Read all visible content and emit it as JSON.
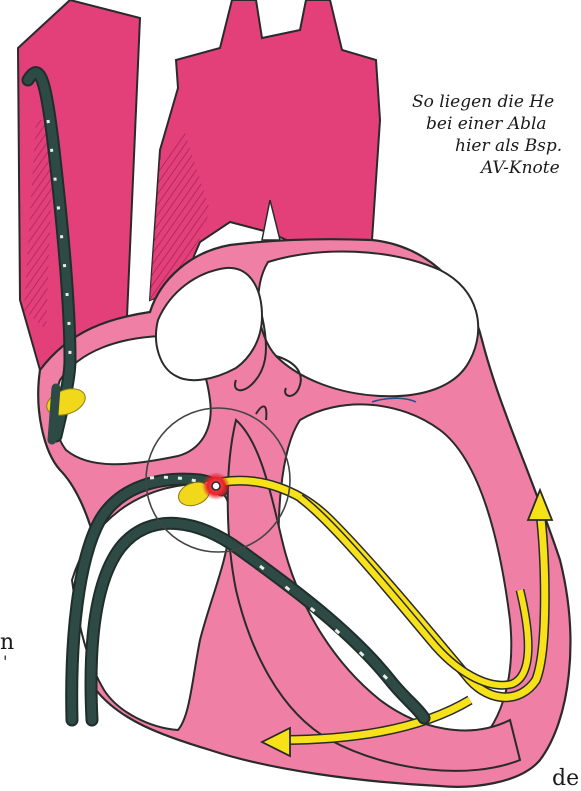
{
  "caption": {
    "lines": [
      "So liegen die He",
      "bei einer Abla",
      "hier als Bsp.",
      "AV-Knote"
    ]
  },
  "edge_text": {
    "left_char": "n",
    "left_mark": "'",
    "bottom_right": "de"
  },
  "colors": {
    "heart_pink": "#f07fa6",
    "vessel_magenta": "#e3407a",
    "chamber_white": "#ffffff",
    "outline": "#2a2a2a",
    "catheter": "#2e4a44",
    "catheter_marker": "#e8eee8",
    "conduction_yellow": "#f7e21a",
    "node_yellow": "#f2d81b",
    "ablation_red": "#e8202a",
    "lens_circle": "#444444"
  },
  "icons": {
    "magnifier": "lens-circle-icon",
    "arrow": "conduction-arrow-icon"
  }
}
